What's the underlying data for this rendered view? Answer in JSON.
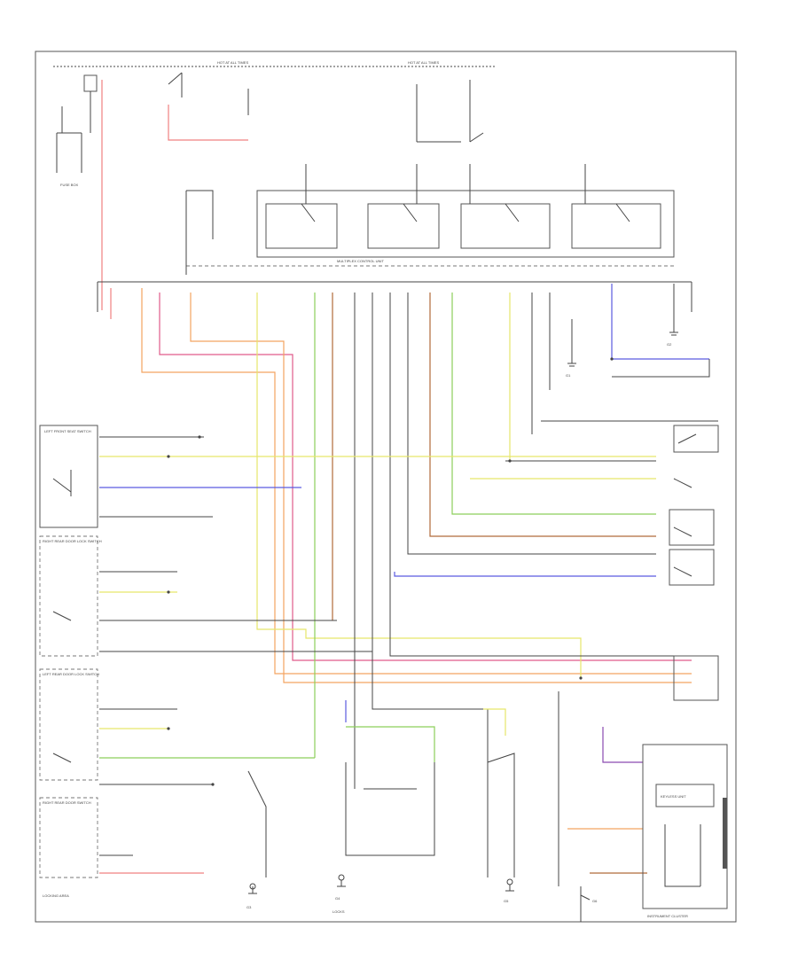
{
  "title": "",
  "colors": {
    "red": "#f08080",
    "pink": "#e05a8a",
    "orange": "#f4a460",
    "yellow": "#e6e66a",
    "green": "#8ccf5a",
    "brown": "#b06a3a",
    "blue": "#5a5ae0",
    "purple": "#8a4ab0",
    "black": "#444444"
  },
  "labels": {
    "hot_top_left": "HOT AT ALL TIMES",
    "hot_top_right": "HOT AT ALL TIMES",
    "fuse_box": "FUSE BOX",
    "left_module": "LEFT FRONT SEAT SWITCH",
    "right_rear_panel_1": "RIGHT REAR DOOR LOCK SWITCH",
    "right_rear_panel_2": "LEFT REAR DOOR LOCK SWITCH",
    "right_rear_panel_3": "RIGHT REAR DOOR SWITCH",
    "bottom_left": "LOCKING AREA",
    "bottom_center": "LOCKS",
    "instrument_cluster": "INSTRUMENT CLUSTER",
    "keyless_unit": "KEYLESS UNIT",
    "multiplex": "MULTIPLEX CONTROL UNIT",
    "ground_1": "G1",
    "ground_2": "G2",
    "ground_3": "G3",
    "ground_4": "G4",
    "ground_5": "G5",
    "ground_6": "G6"
  }
}
